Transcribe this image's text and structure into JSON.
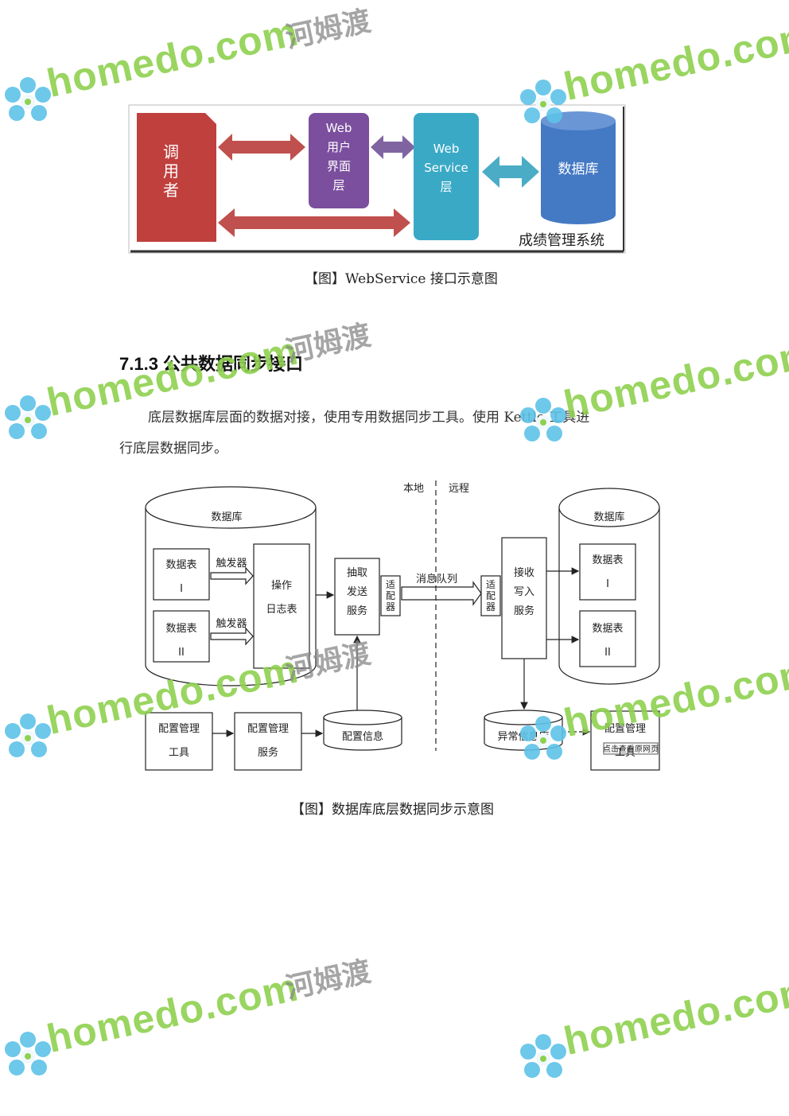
{
  "figure1": {
    "caller_label": "调\n用\n者",
    "web_ui_label": "Web\n用户\n界面\n层",
    "web_service_label": "Web\nService\n层",
    "database_label": "数据库",
    "system_label": "成绩管理系统",
    "caption": "【图】WebService 接口示意图",
    "colors": {
      "caller": "#c0403e",
      "web_ui": "#7b4f9e",
      "web_service": "#3aa9c6",
      "database": "#4479c4",
      "arrow_red": "#c0504d",
      "arrow_purple": "#8064a2",
      "arrow_teal": "#4bacc6"
    }
  },
  "section": {
    "heading": "7.1.3 公共数据同步接口",
    "para_line1": "底层数据库层面的数据对接，使用专用数据同步工具。使用 Kettle 工具进",
    "para_line2": "行底层数据同步。"
  },
  "figure2": {
    "local_label": "本地",
    "remote_label": "远程",
    "left_db_label": "数据库",
    "right_db_label": "数据库",
    "table1_label": "数据表",
    "table1_num": "I",
    "table2_label": "数据表",
    "table2_num": "II",
    "trigger1": "触发器",
    "trigger2": "触发器",
    "op_log": "操作\n日志表",
    "extract_service": "抽取\n发送\n服务",
    "adapter_left": "适\n配\n器",
    "adapter_right": "适\n配\n器",
    "message_queue": "消息队列",
    "receive_service": "接收\n写入\n服务",
    "rtable1_label": "数据表",
    "rtable1_num": "I",
    "rtable2_label": "数据表",
    "rtable2_num": "II",
    "config_tool": "配置管理\n工具",
    "config_service": "配置管理\n服务",
    "config_info": "配置信息",
    "error_db": "异常信息库",
    "config_tool_right": "配置管理\n工具",
    "popup": "点击查看原网页",
    "caption": "【图】数据库底层数据同步示意图"
  },
  "watermark": {
    "brand": "homedo",
    "dot_com": ".com",
    "cn": "河姆渡"
  }
}
